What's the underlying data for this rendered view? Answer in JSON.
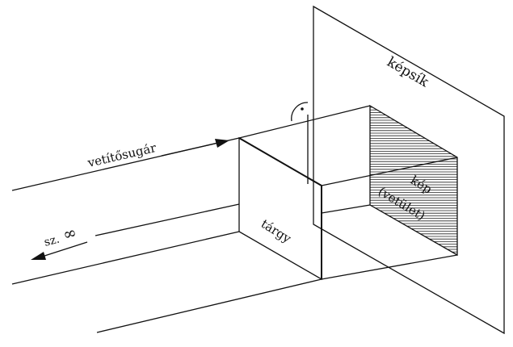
{
  "labels": {
    "image_plane": "képsík",
    "projection_ray": "vetítősugár",
    "image": "kép",
    "projection": "(vetület)",
    "object": "tárgy",
    "infinity_prefix": "sz.",
    "infinity_symbol": "∞"
  },
  "colors": {
    "ink": "#111111",
    "background": "#ffffff"
  },
  "icons": {
    "ray_arrow": "arrowhead-right",
    "infinity_arrow": "arrowhead-left",
    "right_angle": "right-angle-arc-with-dot"
  }
}
